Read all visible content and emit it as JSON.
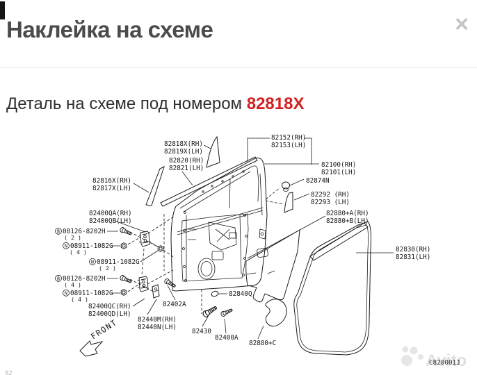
{
  "modal": {
    "title": "Наклейка на схеме",
    "close": "×",
    "subtitle": {
      "prefix": "Деталь на схеме под номером ",
      "part": "82818X"
    }
  },
  "colors": {
    "accent_red": "#d42020",
    "title_gray": "#4b4b4b",
    "line_black": "#1a1a1a",
    "watermark_gray": "#e0e0e0"
  },
  "diagram": {
    "code": "C820001J",
    "watermark": "Avito",
    "front": "FRONT",
    "cut_text": "82",
    "labels": {
      "l82818x": "82818X(RH)",
      "l82819x": "82819X(LH)",
      "l82820": "82820(RH)",
      "l82821": "82821(LH)",
      "l82816x": "82816X(RH)",
      "l82817x": "82817X(LH)",
      "l82152": "82152(RH)",
      "l82153": "82153(LH)",
      "l82100": "82100(RH)",
      "l82101": "82101(LH)",
      "l82874n": "82874N",
      "l82292": "82292 (RH)",
      "l82293": "82293 (LH)",
      "l82880a": "82880+A(RH)",
      "l82880b": "82880+B(LH)",
      "l82830": "82830(RH)",
      "l82831": "82831(LH)",
      "l82400qa": "82400QA(RH)",
      "l82400qb": "82400QB(LH)",
      "bprefix": "B",
      "nprefix": "N",
      "b1": "08126-8202H",
      "b1cnt": "( 2 )",
      "n1": "08911-1082G",
      "n1cnt": "( 4 )",
      "n2": "08911-1082G",
      "n2cnt": "( 2 )",
      "b2": "08126-8202H",
      "b2cnt": "( 4 )",
      "n3": "08911-1082G",
      "n3cnt": "( 4 )",
      "l82400qc": "82400QC(RH)",
      "l82400qd": "82400QD(LH)",
      "l82402a": "82402A",
      "l82440m": "82440M(RH)",
      "l82440n": "82440N(LH)",
      "l82430": "82430",
      "l82400a": "82400A",
      "l82840q": "82840Q",
      "l82880c": "82880+C"
    }
  }
}
